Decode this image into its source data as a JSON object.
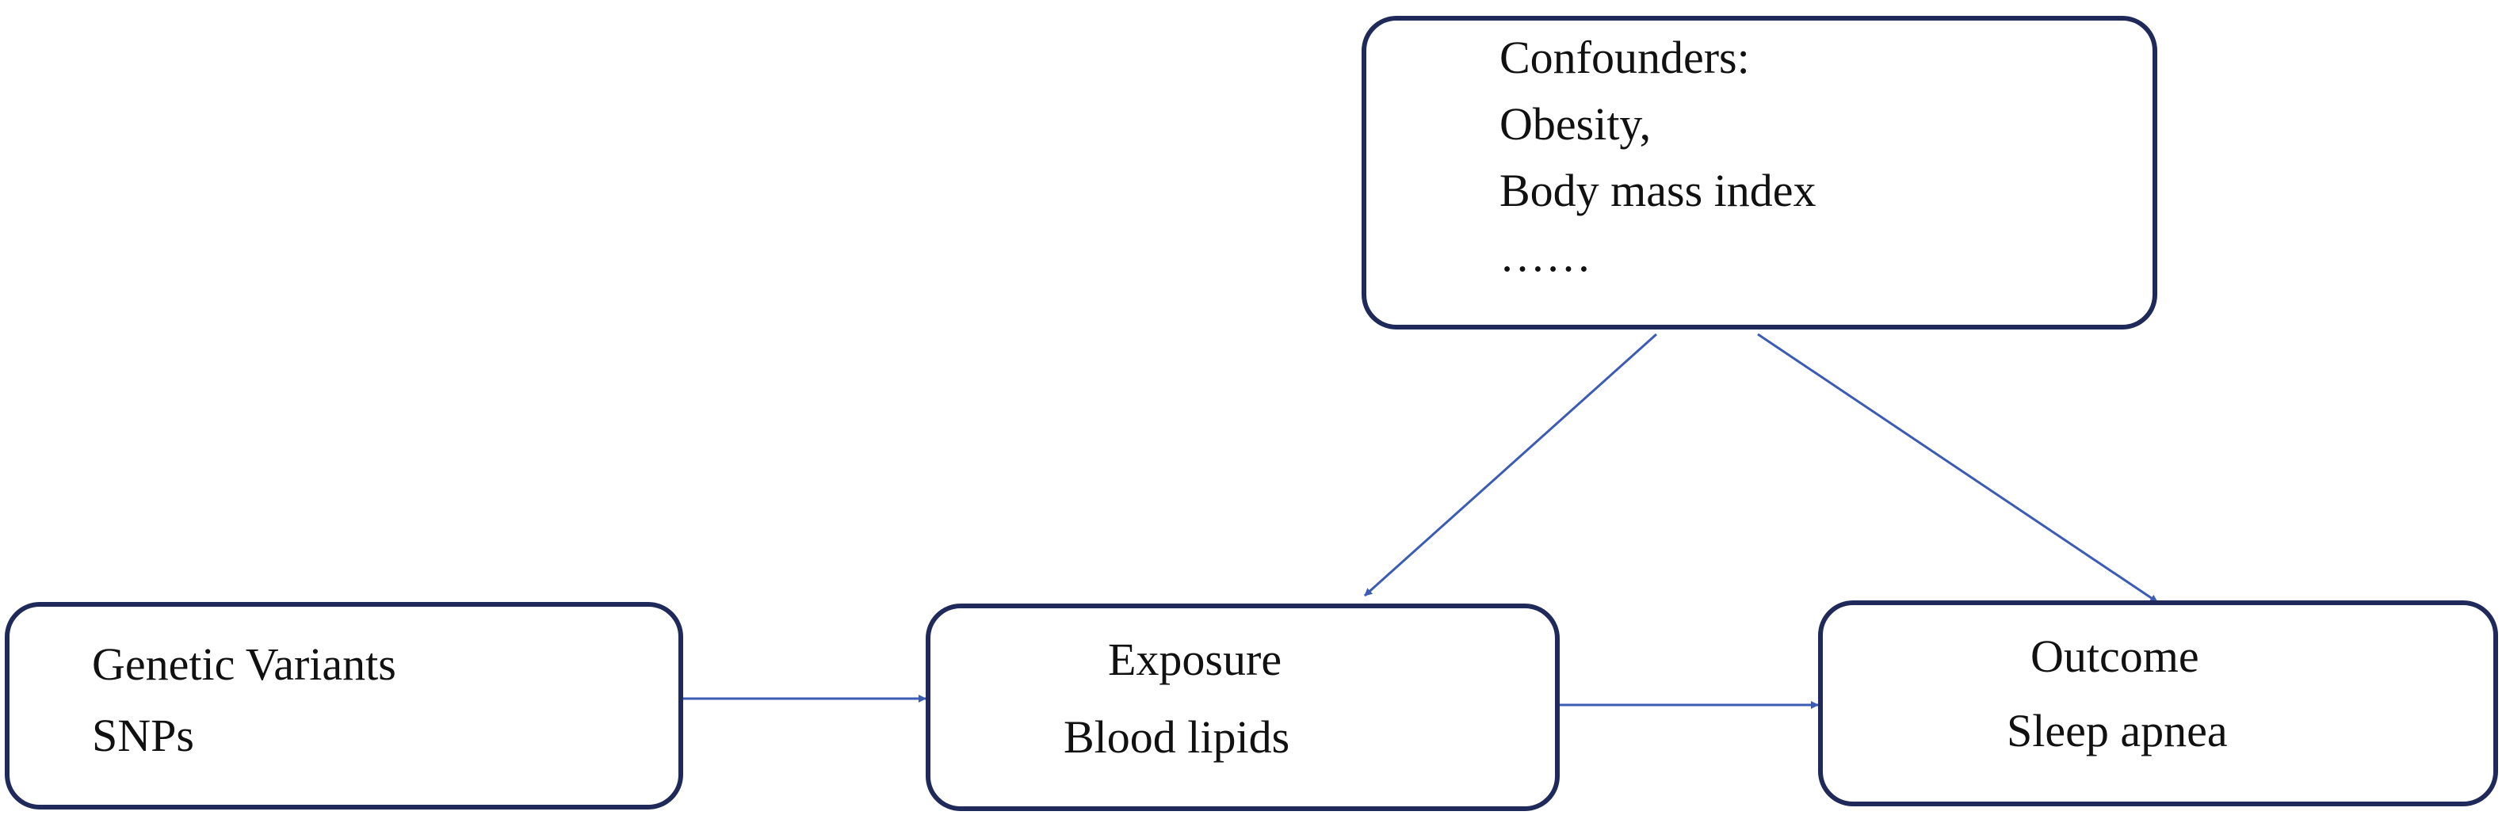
{
  "diagram": {
    "confounders": {
      "lines": [
        "Confounders:",
        "Obesity,",
        "Body mass index",
        "……"
      ]
    },
    "genetic": {
      "lines": [
        "Genetic Variants",
        "SNPs"
      ]
    },
    "exposure": {
      "lines": [
        "Exposure",
        "Blood lipids"
      ]
    },
    "outcome": {
      "lines": [
        "Outcome",
        "Sleep apnea"
      ]
    },
    "colors": {
      "box_border": "#1f2a5a",
      "arrow": "#3b5bb5",
      "text": "#111111"
    }
  }
}
